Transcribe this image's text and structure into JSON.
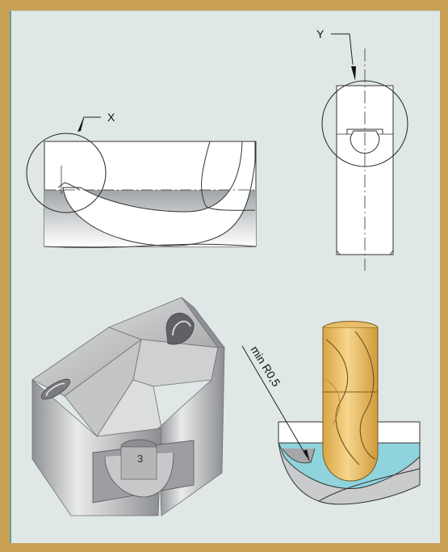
{
  "labels": {
    "detail_x": "X",
    "detail_y": "Y",
    "radius_note": "min R0,5"
  },
  "colors": {
    "frame_gold": "#c8a154",
    "frame_teal": "#4f9b94",
    "panel_bg": "#dfe8e6",
    "tool_gold": "#f0c46a",
    "coolant_blue": "#8fd3dc",
    "steel_gray": "#b9bbbd"
  }
}
